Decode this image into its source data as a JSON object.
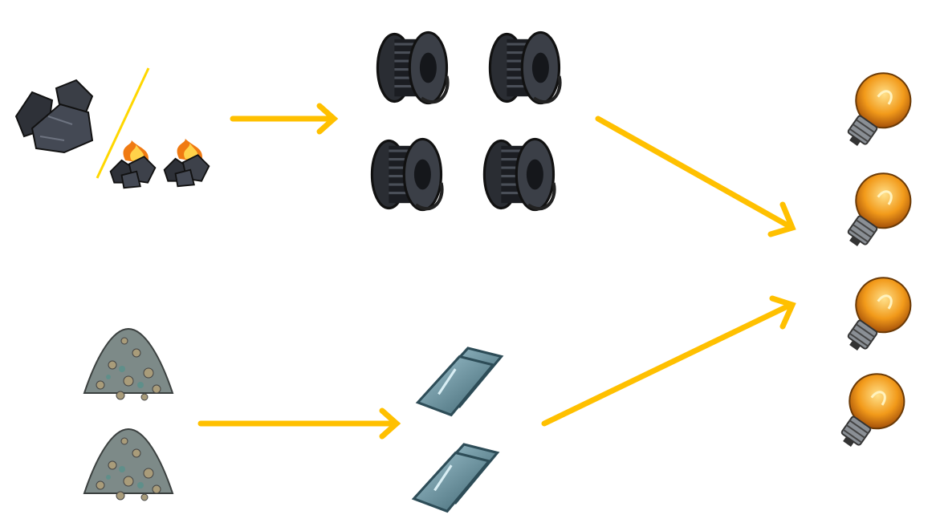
{
  "diagram": {
    "arrow_color": "#FFC000",
    "nodes": {
      "coal": {
        "icon": "coal-icon",
        "count": 1
      },
      "burning_coal": {
        "icon": "burning-coal-icon",
        "count": 2
      },
      "cable_spool": {
        "icon": "cable-spool-icon",
        "count": 4
      },
      "sand": {
        "icon": "sand-pile-icon",
        "count": 2
      },
      "glass": {
        "icon": "glass-sheet-icon",
        "count": 2
      },
      "light_bulb": {
        "icon": "light-bulb-icon",
        "count": 4
      }
    },
    "edges": [
      {
        "from": "coal",
        "to": "cable_spool"
      },
      {
        "from": "cable_spool",
        "to": "light_bulb"
      },
      {
        "from": "sand",
        "to": "glass"
      },
      {
        "from": "glass",
        "to": "light_bulb"
      }
    ],
    "alternative_separator": "slash"
  }
}
